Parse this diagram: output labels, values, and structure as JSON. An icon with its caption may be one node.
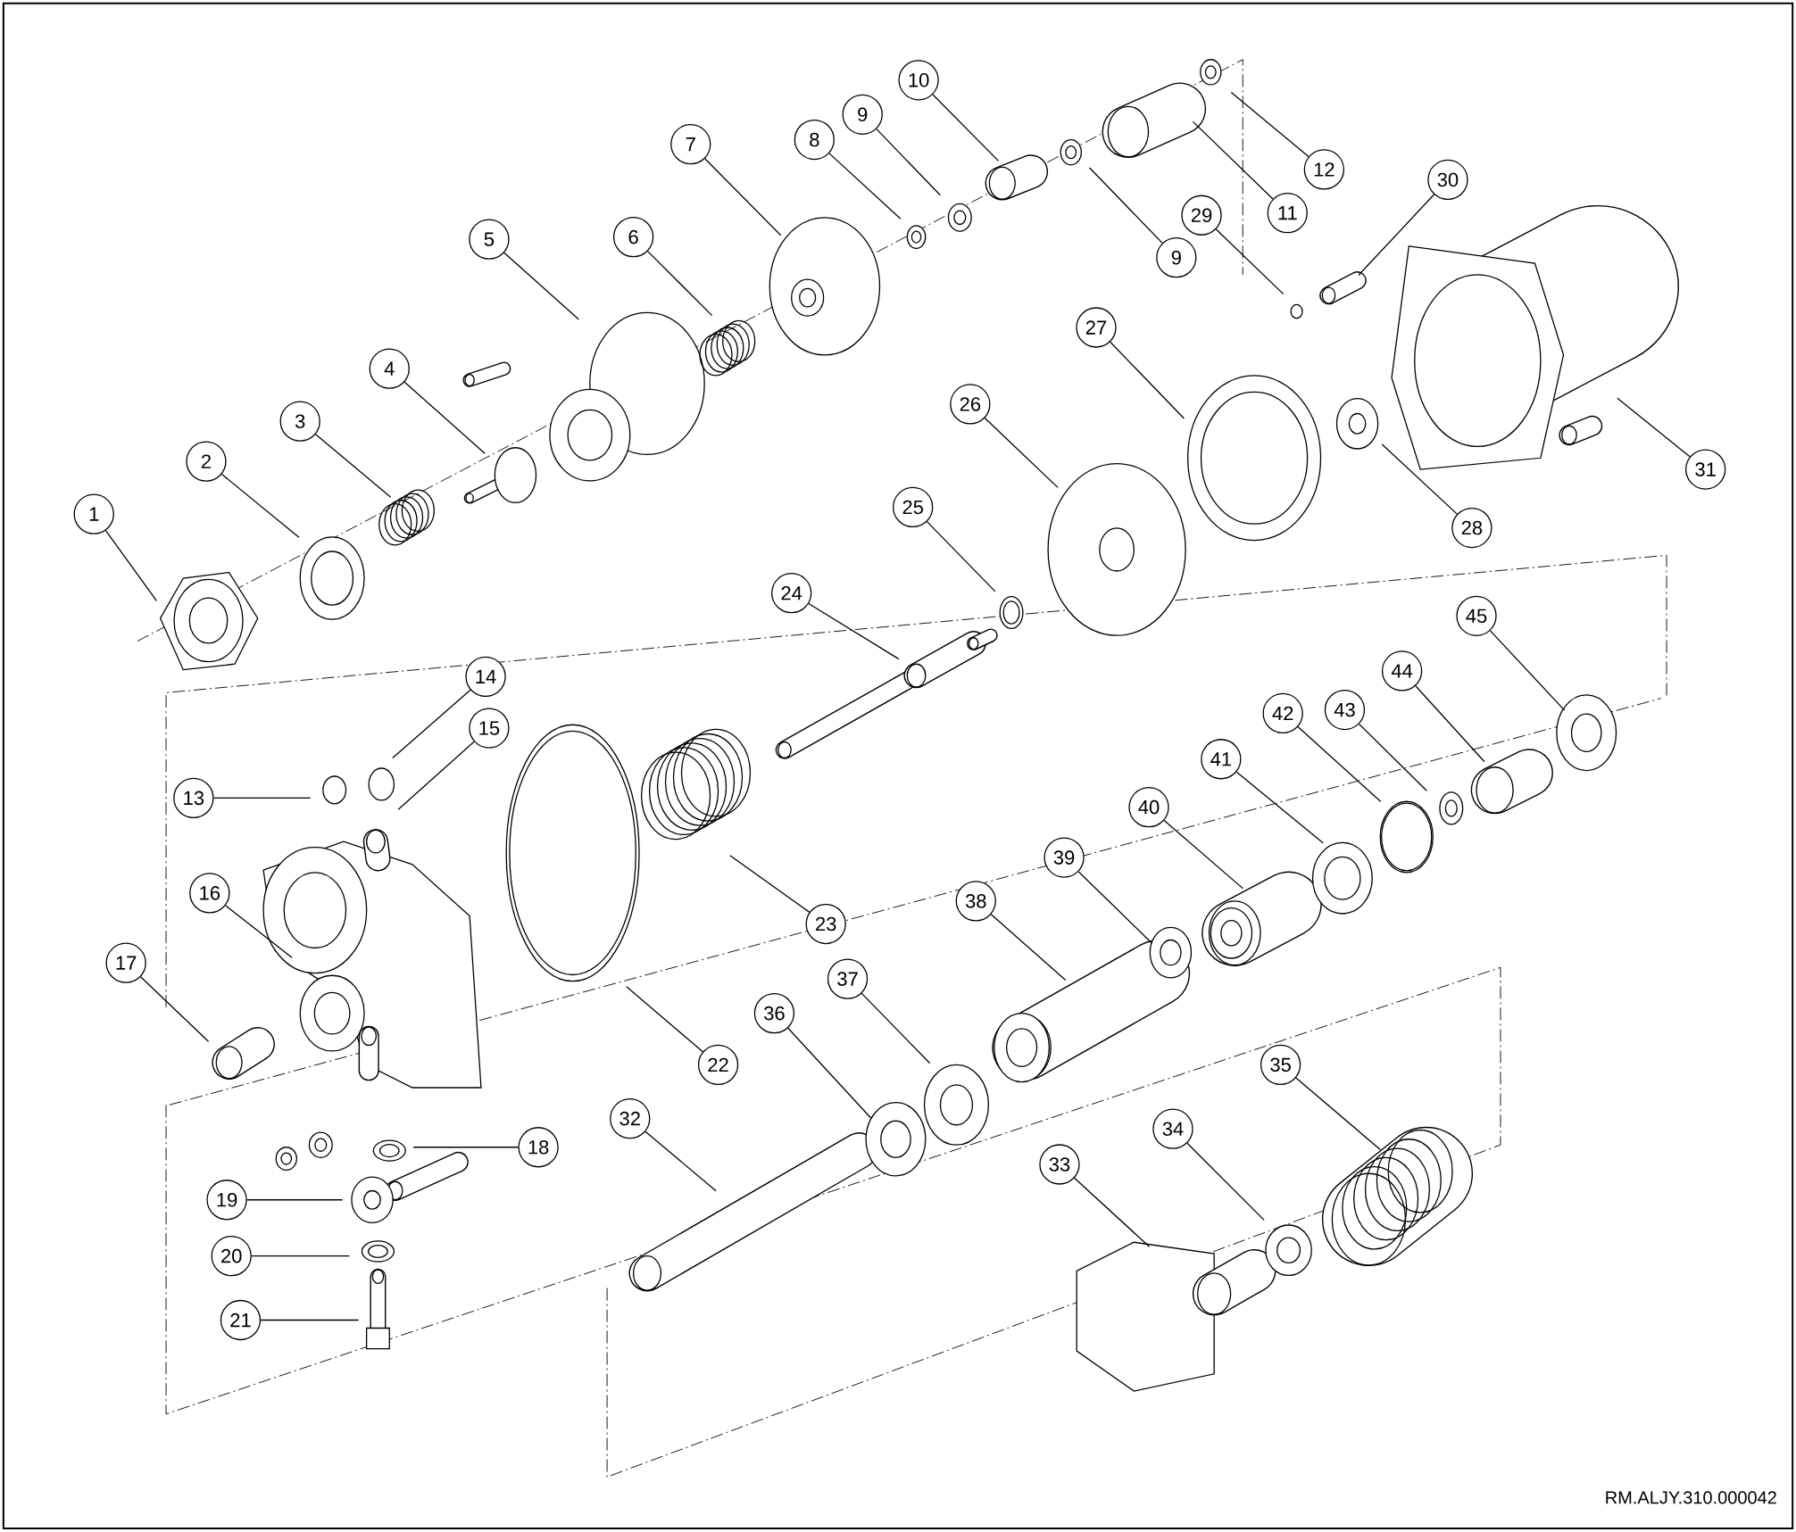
{
  "diagram": {
    "nodes": [
      {
        "text": [
          "1"
        ]
      },
      {
        "text": [
          "2"
        ]
      },
      {
        "text": [
          "3"
        ]
      },
      {
        "text": [
          "4"
        ]
      },
      {
        "text": [
          "5"
        ]
      },
      {
        "text": [
          "6"
        ]
      },
      {
        "text": [
          "7"
        ]
      },
      {
        "text": [
          "8"
        ]
      },
      {
        "text": [
          "9"
        ]
      },
      {
        "text": [
          "10"
        ]
      },
      {
        "text": [
          "11"
        ]
      },
      {
        "text": [
          "12"
        ]
      },
      {
        "text": [
          "9"
        ]
      },
      {
        "text": [
          "13"
        ]
      },
      {
        "text": [
          "14"
        ]
      },
      {
        "text": [
          "15"
        ]
      },
      {
        "text": [
          "16"
        ]
      },
      {
        "text": [
          "17"
        ]
      },
      {
        "text": [
          "18"
        ]
      },
      {
        "text": [
          "19"
        ]
      },
      {
        "text": [
          "20"
        ]
      },
      {
        "text": [
          "21"
        ]
      },
      {
        "text": [
          "22"
        ]
      },
      {
        "text": [
          "23"
        ]
      },
      {
        "text": [
          "24"
        ]
      },
      {
        "text": [
          "25"
        ]
      },
      {
        "text": [
          "26"
        ]
      },
      {
        "text": [
          "27"
        ]
      },
      {
        "text": [
          "28"
        ]
      },
      {
        "text": [
          "29"
        ]
      },
      {
        "text": [
          "30"
        ]
      },
      {
        "text": [
          "31"
        ]
      },
      {
        "text": [
          "32"
        ]
      },
      {
        "text": [
          "33"
        ]
      },
      {
        "text": [
          "34"
        ]
      },
      {
        "text": [
          "35"
        ]
      },
      {
        "text": [
          "36"
        ]
      },
      {
        "text": [
          "37"
        ]
      },
      {
        "text": [
          "38"
        ]
      },
      {
        "text": [
          "39"
        ]
      },
      {
        "text": [
          "40"
        ]
      },
      {
        "text": [
          "41"
        ]
      },
      {
        "text": [
          "42"
        ]
      },
      {
        "text": [
          "43"
        ]
      },
      {
        "text": [
          "44"
        ]
      },
      {
        "text": [
          "45"
        ]
      }
    ],
    "edges": [
      {
        "from": 0,
        "to": null,
        "arrow": "none"
      },
      {
        "from": 1,
        "to": null,
        "arrow": "none"
      },
      {
        "from": 2,
        "to": null,
        "arrow": "none"
      },
      {
        "from": 3,
        "to": null,
        "arrow": "none"
      },
      {
        "from": 4,
        "to": null,
        "arrow": "none"
      },
      {
        "from": 5,
        "to": null,
        "arrow": "none"
      },
      {
        "from": 6,
        "to": null,
        "arrow": "none"
      },
      {
        "from": 7,
        "to": null,
        "arrow": "none"
      },
      {
        "from": 8,
        "to": null,
        "arrow": "none"
      },
      {
        "from": 9,
        "to": null,
        "arrow": "none"
      },
      {
        "from": 10,
        "to": null,
        "arrow": "none"
      },
      {
        "from": 11,
        "to": null,
        "arrow": "none"
      },
      {
        "from": 12,
        "to": null,
        "arrow": "none"
      },
      {
        "from": 13,
        "to": null,
        "arrow": "none"
      },
      {
        "from": 14,
        "to": null,
        "arrow": "none"
      },
      {
        "from": 15,
        "to": null,
        "arrow": "none"
      },
      {
        "from": 16,
        "to": null,
        "arrow": "none"
      },
      {
        "from": 17,
        "to": null,
        "arrow": "none"
      },
      {
        "from": 18,
        "to": null,
        "arrow": "none"
      },
      {
        "from": 19,
        "to": null,
        "arrow": "none"
      },
      {
        "from": 20,
        "to": null,
        "arrow": "none"
      },
      {
        "from": 21,
        "to": null,
        "arrow": "none"
      },
      {
        "from": 22,
        "to": null,
        "arrow": "none"
      },
      {
        "from": 23,
        "to": null,
        "arrow": "none"
      },
      {
        "from": 24,
        "to": null,
        "arrow": "none"
      },
      {
        "from": 25,
        "to": null,
        "arrow": "none"
      },
      {
        "from": 26,
        "to": null,
        "arrow": "none"
      },
      {
        "from": 27,
        "to": null,
        "arrow": "none"
      },
      {
        "from": 28,
        "to": null,
        "arrow": "none"
      },
      {
        "from": 29,
        "to": null,
        "arrow": "none"
      },
      {
        "from": 30,
        "to": null,
        "arrow": "none"
      },
      {
        "from": 31,
        "to": null,
        "arrow": "none"
      },
      {
        "from": 32,
        "to": null,
        "arrow": "none"
      },
      {
        "from": 33,
        "to": null,
        "arrow": "none"
      },
      {
        "from": 34,
        "to": null,
        "arrow": "none"
      },
      {
        "from": 35,
        "to": null,
        "arrow": "none"
      },
      {
        "from": 36,
        "to": null,
        "arrow": "none"
      },
      {
        "from": 37,
        "to": null,
        "arrow": "none"
      },
      {
        "from": 38,
        "to": null,
        "arrow": "none"
      },
      {
        "from": 39,
        "to": null,
        "arrow": "none"
      },
      {
        "from": 40,
        "to": null,
        "arrow": "none"
      },
      {
        "from": 41,
        "to": null,
        "arrow": "none"
      },
      {
        "from": 42,
        "to": null,
        "arrow": "none"
      },
      {
        "from": 43,
        "to": null,
        "arrow": "none"
      },
      {
        "from": 44,
        "to": null,
        "arrow": "none"
      },
      {
        "from": 45,
        "to": null,
        "arrow": "none"
      }
    ],
    "labels": [
      "RM.ALJY.310.000042"
    ]
  }
}
